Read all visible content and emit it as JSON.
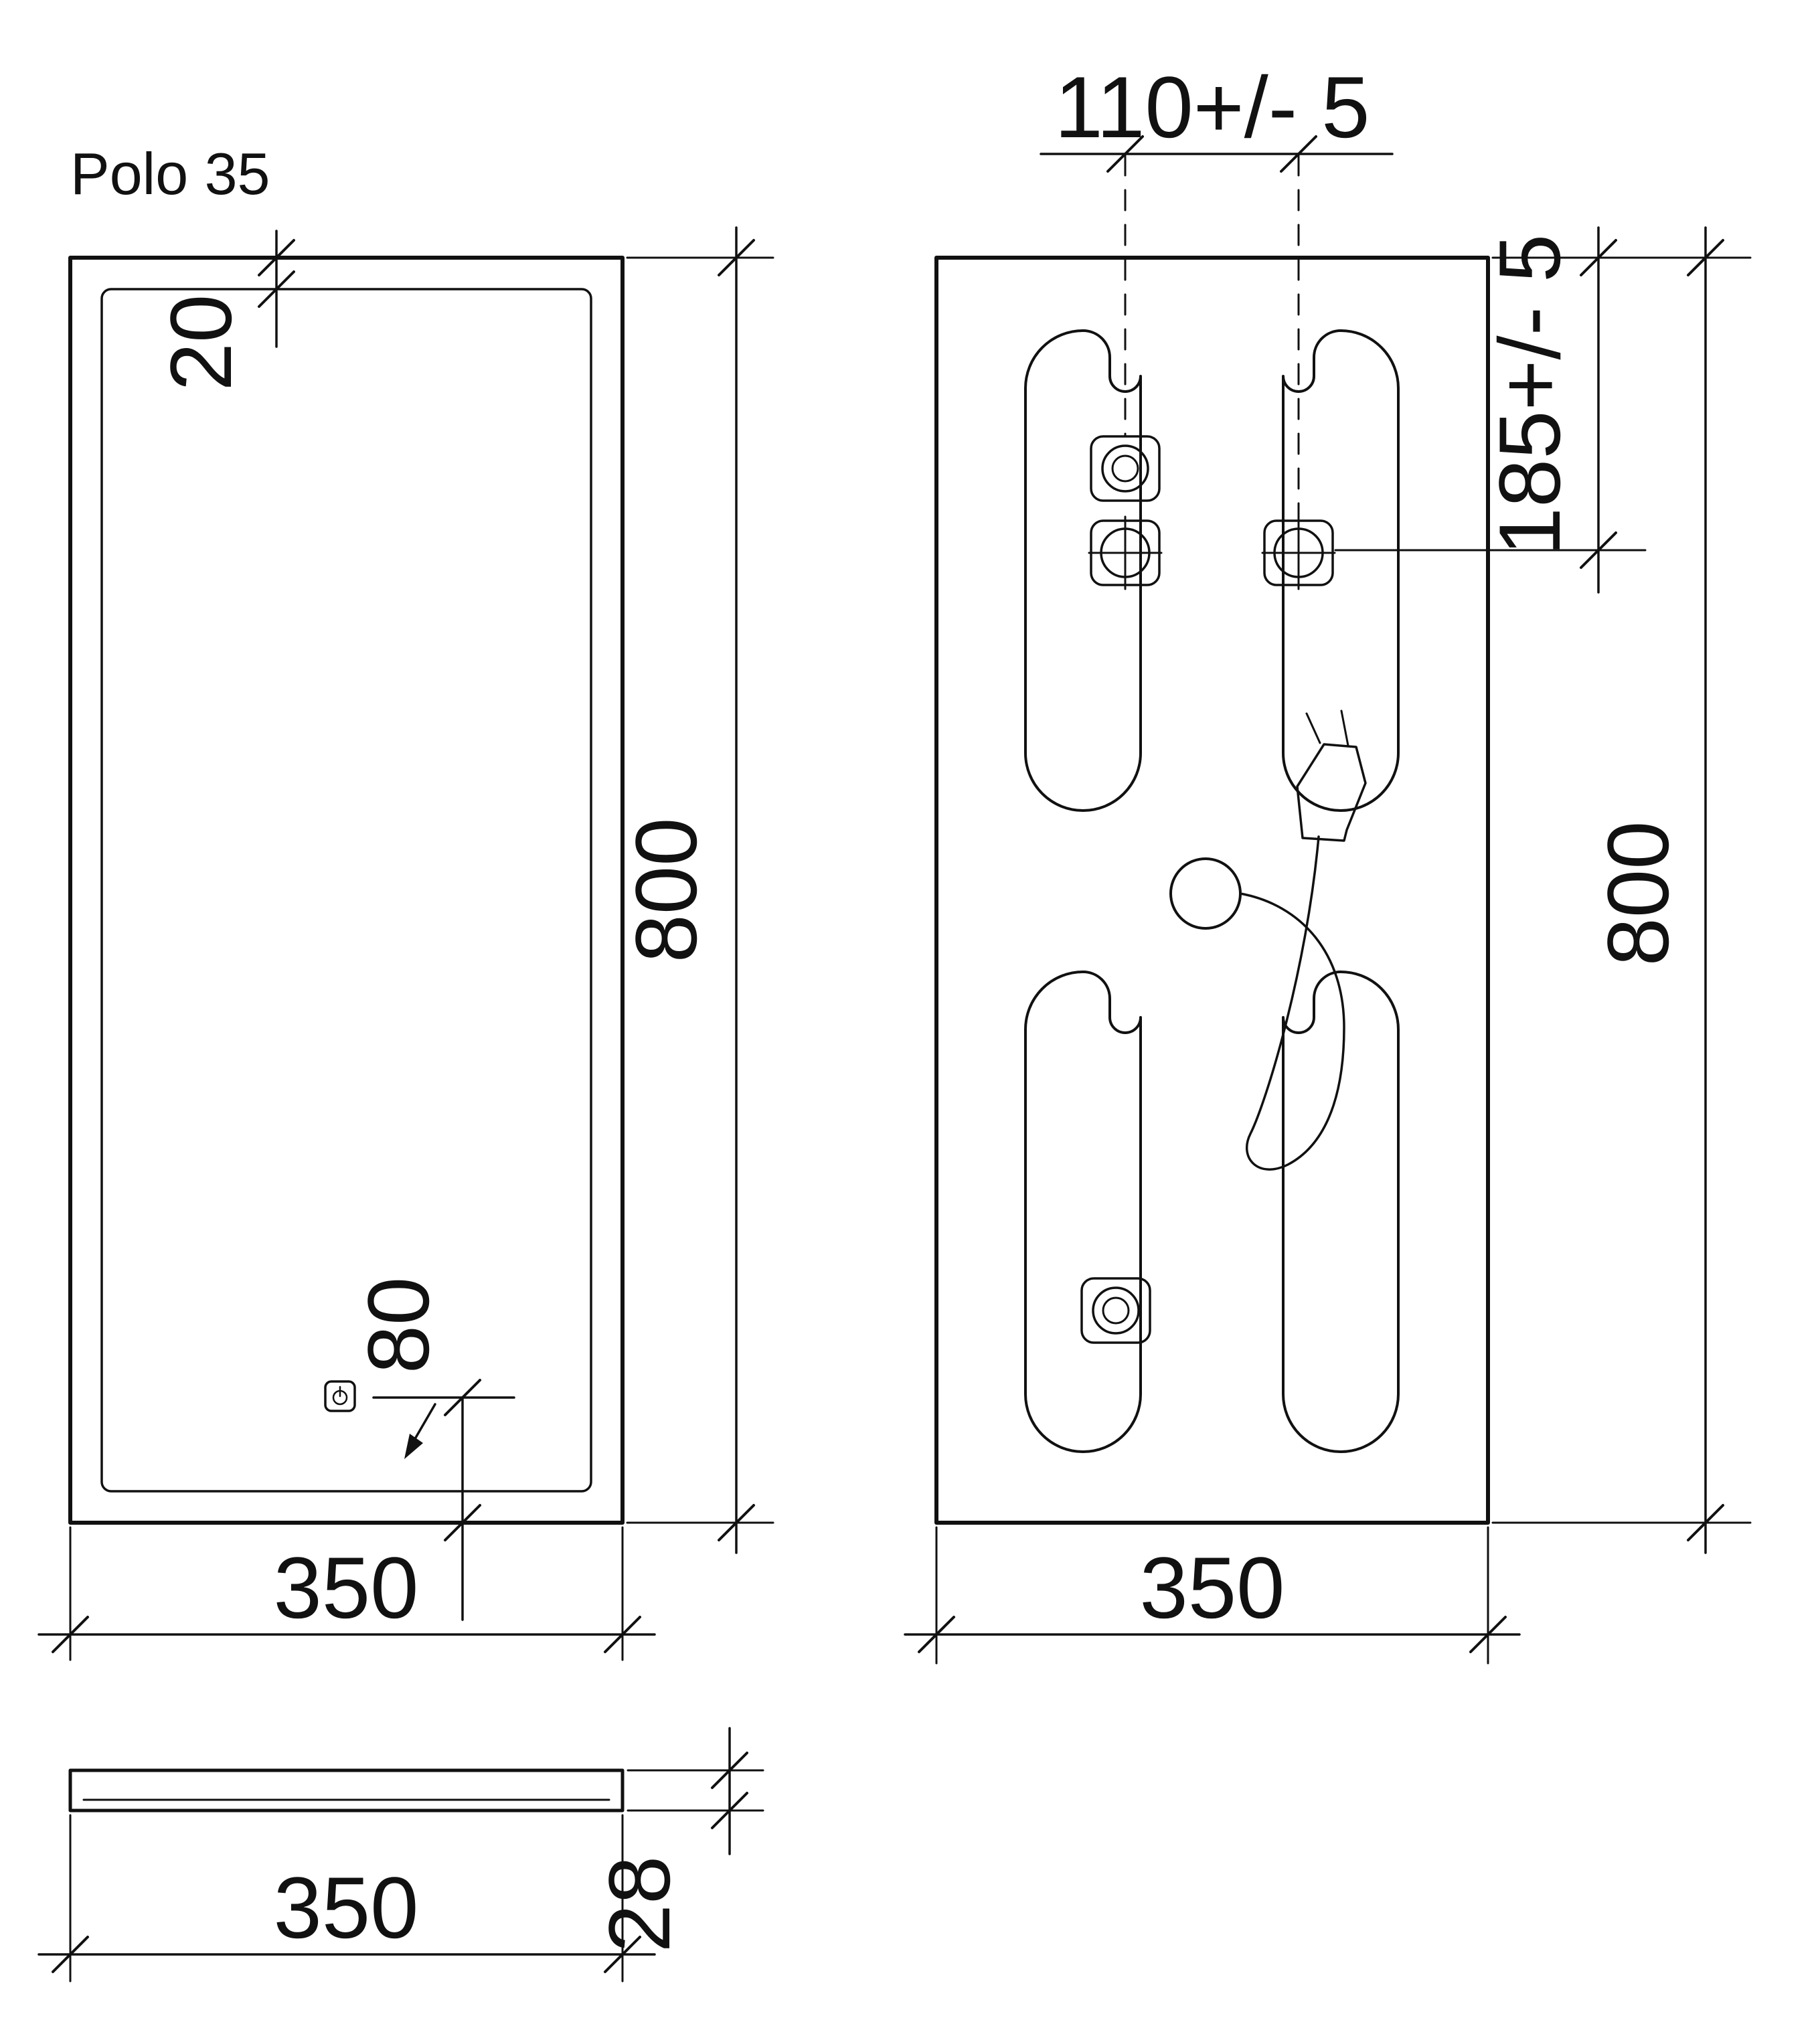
{
  "colors": {
    "background": "#ffffff",
    "line": "#111111"
  },
  "title": "Polo 35",
  "front_view": {
    "frame_inset": "20",
    "height": "800",
    "width": "350",
    "switch_height": "80"
  },
  "back_view": {
    "hanger_spacing": "110+/- 5",
    "hanger_offset_top": "185+/- 5",
    "height": "800",
    "width": "350"
  },
  "side_view": {
    "width": "350",
    "thickness": "28"
  }
}
